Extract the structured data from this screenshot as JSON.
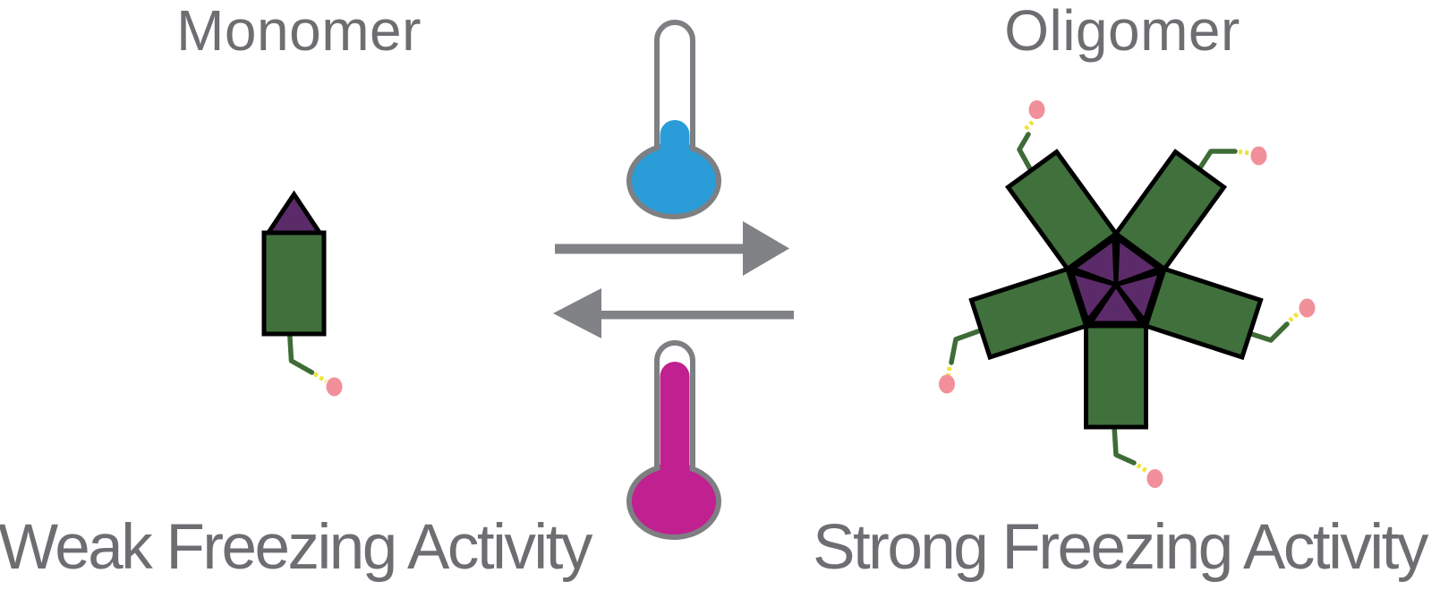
{
  "figure": {
    "left_title": "Monomer",
    "right_title": "Oligomer",
    "left_caption": "Weak Freezing Activity",
    "right_caption": "Strong Freezing Activity",
    "monomer_subunit_count": 1,
    "oligomer_subunit_count": 5
  },
  "icons": {
    "cold_thermometer": "thermometer-low-fill-cold",
    "warm_thermometer": "thermometer-high-fill-warm",
    "forward_arrow": "arrow-right",
    "reverse_arrow": "arrow-left"
  },
  "colors": {
    "text_gray": "#6d6e71",
    "arrow_gray": "#808285",
    "thermo_outline": "#7d7f82",
    "cold_blue": "#2a9dd9",
    "warm_magenta": "#c02090",
    "domain_green": "#40703c",
    "cap_purple": "#5b2a68",
    "tail_green": "#3e6b36",
    "linker_yellow": "#efe33c",
    "cargo_pink": "#f1909a",
    "outline_black": "#000000",
    "background": "#ffffff"
  }
}
